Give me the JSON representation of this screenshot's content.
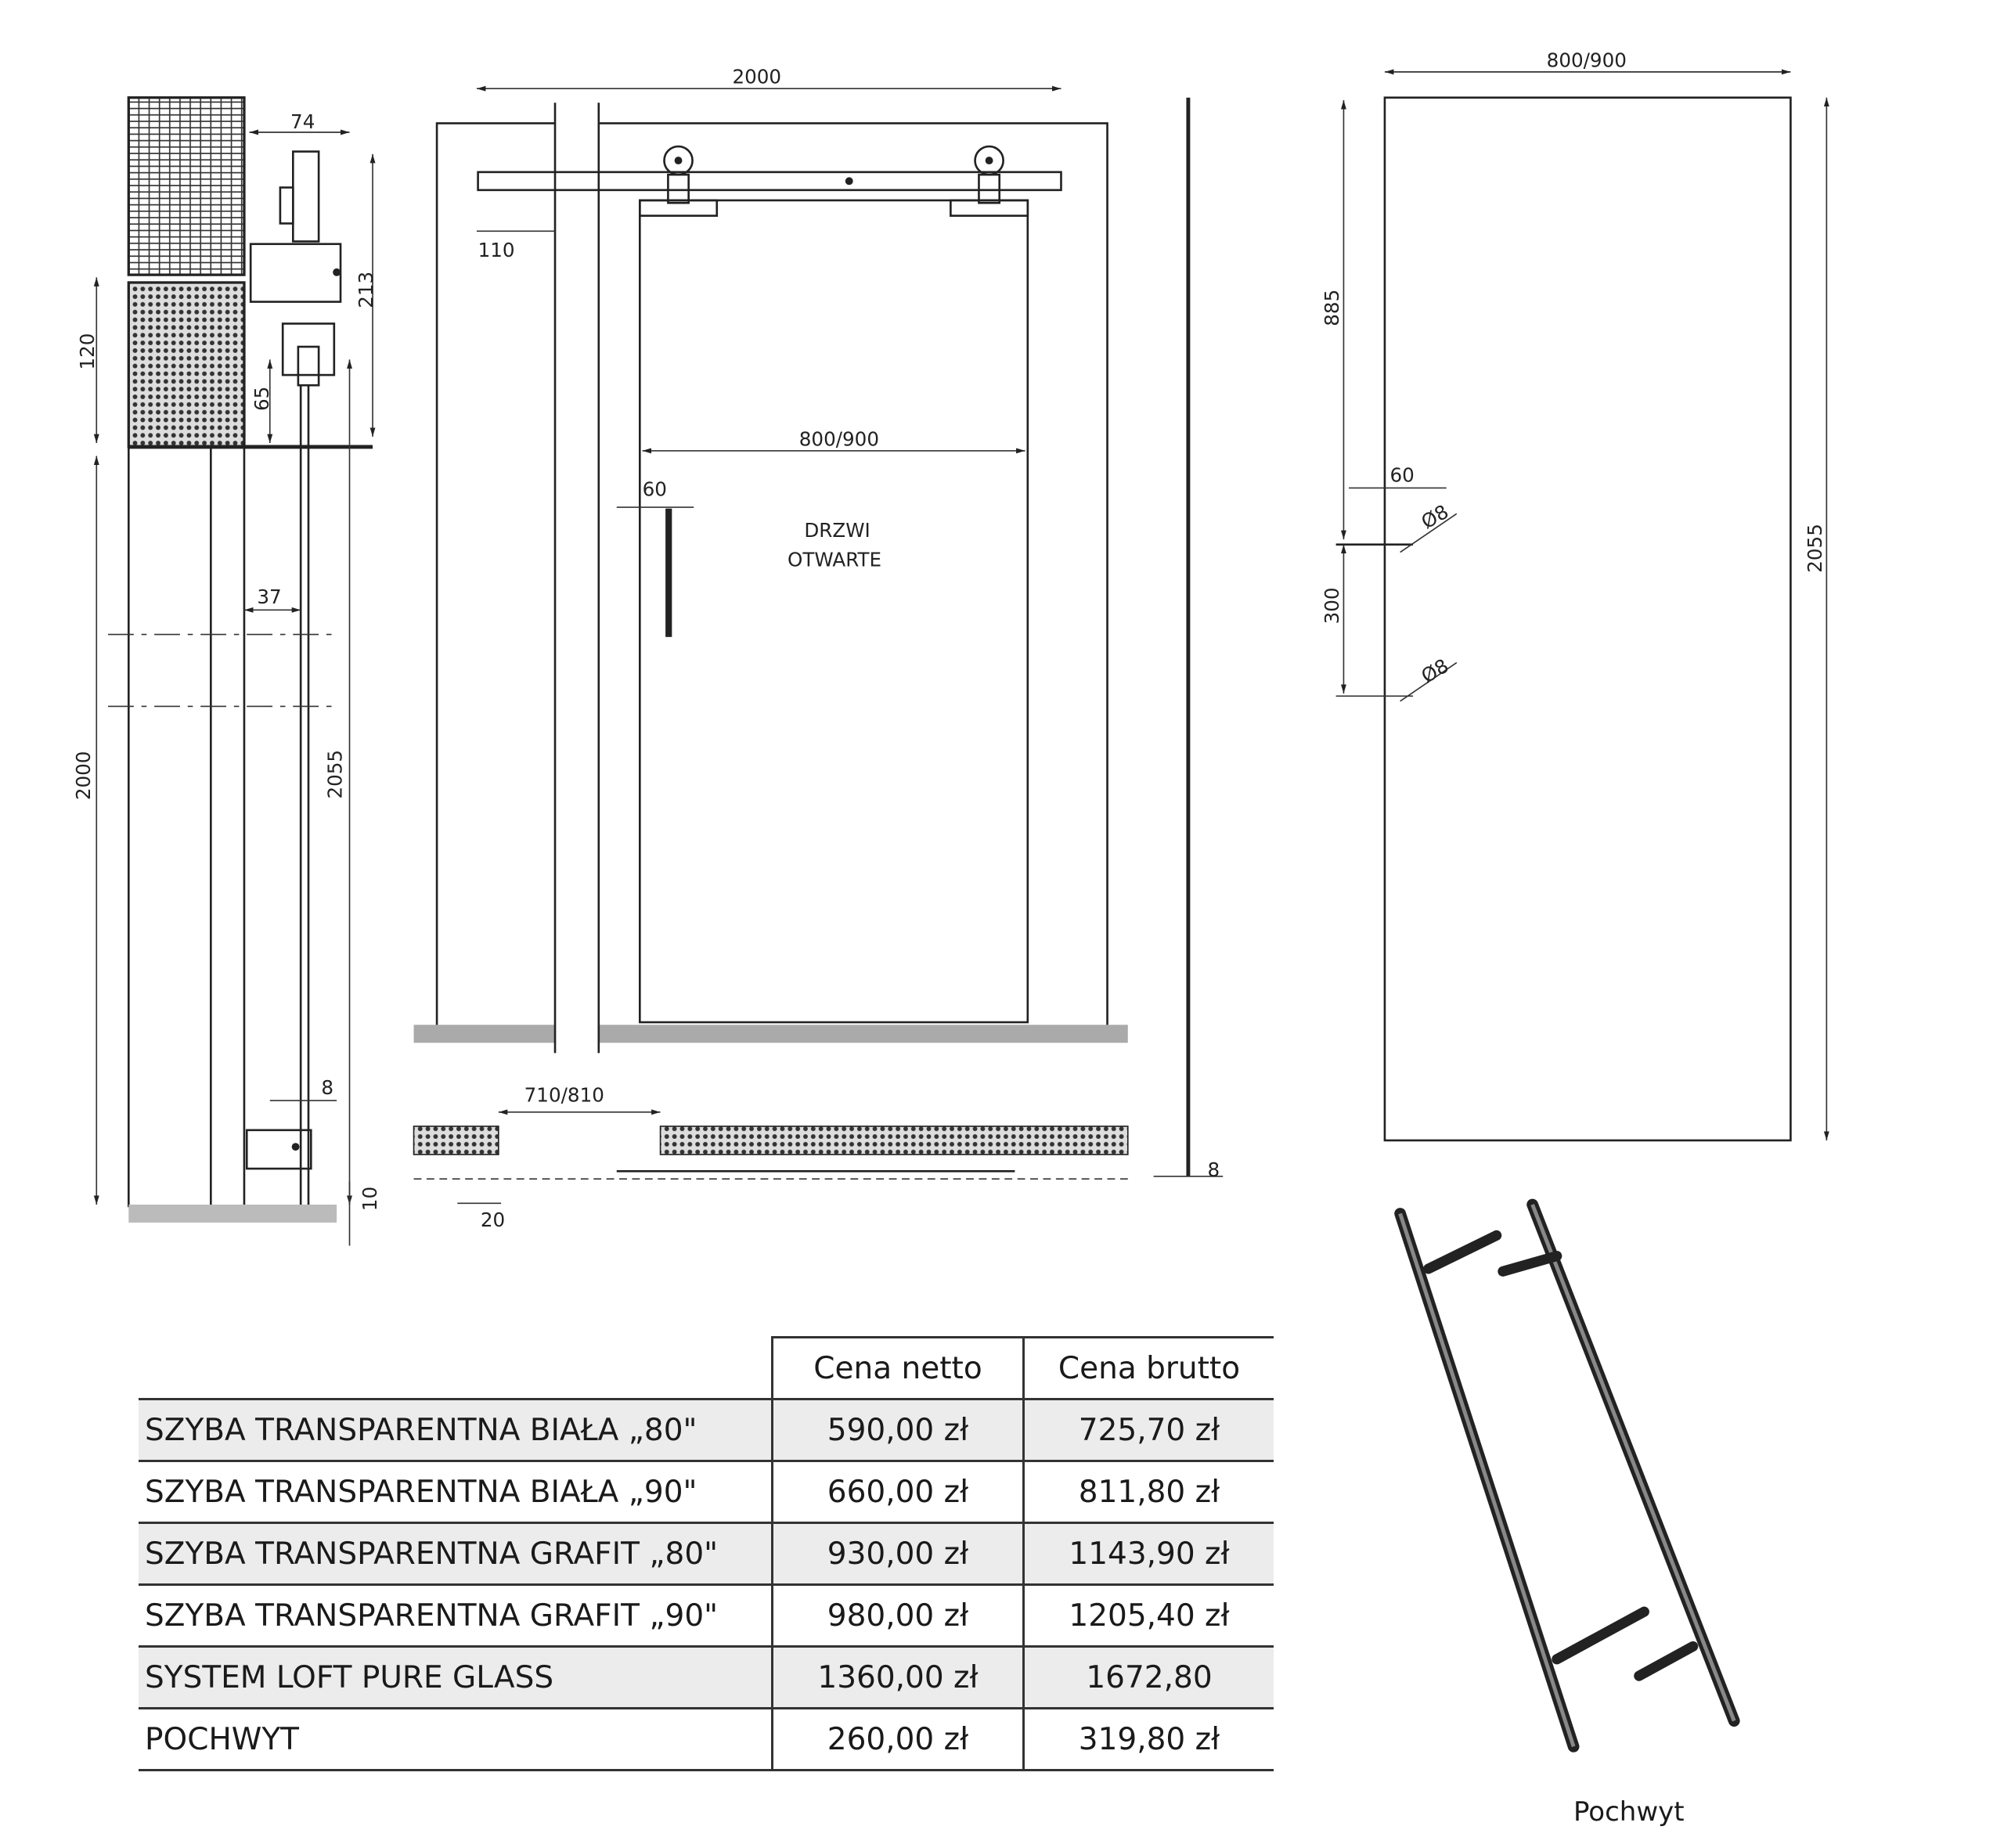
{
  "side_view": {
    "dim_top": "74",
    "dim_height_right": "213",
    "dim_120": "120",
    "dim_65": "65",
    "dim_37": "37",
    "dim_2000": "2000",
    "dim_2055": "2055",
    "dim_8": "8",
    "dim_10": "10"
  },
  "front_view": {
    "dim_width": "2000",
    "dim_110": "110",
    "dim_door_width": "800/900",
    "dim_60": "60",
    "label_line1": "DRZWI",
    "label_line2": "OTWARTE"
  },
  "plan_view": {
    "dim_opening": "710/810",
    "dim_20": "20",
    "dim_8": "8"
  },
  "panel_view": {
    "dim_width": "800/900",
    "dim_885": "885",
    "dim_60": "60",
    "dim_hole1": "Ø8",
    "dim_300": "300",
    "dim_hole2": "Ø8",
    "dim_height": "2055"
  },
  "price_table": {
    "headers": [
      "",
      "Cena netto",
      "Cena brutto"
    ],
    "rows": [
      {
        "name": "SZYBA TRANSPARENTNA BIAŁA „80\"",
        "netto": "590,00 zł",
        "brutto": "725,70 zł"
      },
      {
        "name": "SZYBA TRANSPARENTNA BIAŁA „90\"",
        "netto": "660,00 zł",
        "brutto": "811,80 zł"
      },
      {
        "name": "SZYBA TRANSPARENTNA GRAFIT „80\"",
        "netto": "930,00 zł",
        "brutto": "1143,90 zł"
      },
      {
        "name": "SZYBA TRANSPARENTNA GRAFIT „90\"",
        "netto": "980,00 zł",
        "brutto": "1205,40 zł"
      },
      {
        "name": "SYSTEM LOFT PURE GLASS",
        "netto": "1360,00 zł",
        "brutto": "1672,80"
      },
      {
        "name": "POCHWYT",
        "netto": "260,00 zł",
        "brutto": "319,80 zł"
      }
    ]
  },
  "handle": {
    "caption": "Pochwyt"
  }
}
